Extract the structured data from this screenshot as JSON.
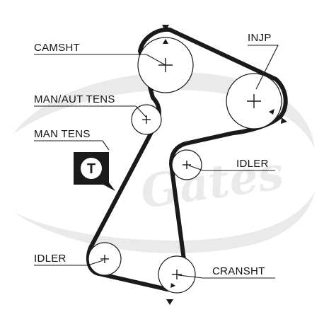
{
  "labels": {
    "camsht": "CAMSHT",
    "injp": "INJP",
    "man_aut_tens": "MAN/AUT TENS",
    "man_tens": "MAN TENS",
    "idler_right": "IDLER",
    "idler_left": "IDLER",
    "cransht": "CRANSHT"
  },
  "tensioner_badge": "T",
  "watermark": {
    "brand": "Gates",
    "color": "#eaeaea"
  },
  "colors": {
    "belt": "#1a1a1a",
    "badge_bg": "#1a1a1a",
    "badge_fg": "#ffffff"
  }
}
